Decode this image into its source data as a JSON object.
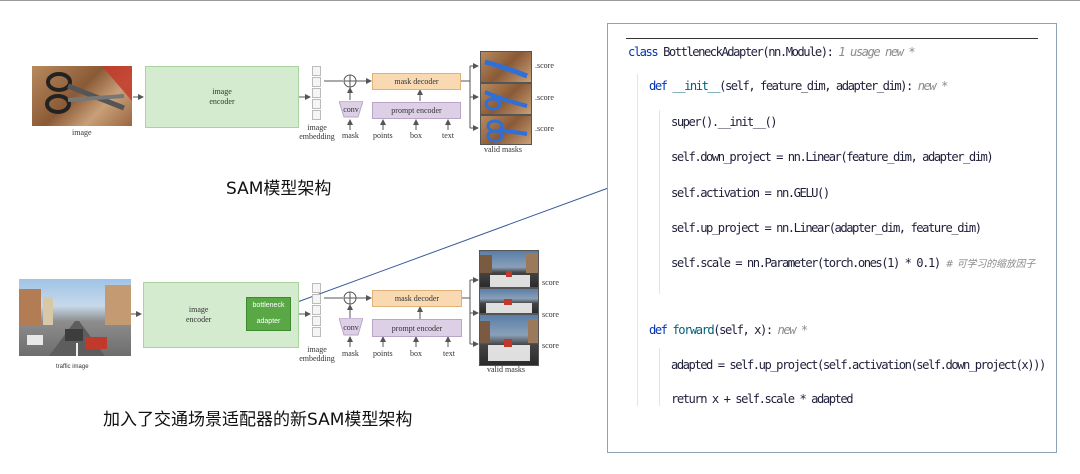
{
  "diagram1": {
    "image_label": "image",
    "encoder_label": "image\nencoder",
    "embedding_label": "image\nembedding",
    "mask_decoder": "mask decoder",
    "prompt_encoder": "prompt encoder",
    "conv": "conv",
    "inputs": [
      "mask",
      "points",
      "box",
      "text"
    ],
    "score": ".score",
    "valid_masks": "valid masks",
    "caption": "SAM模型架构"
  },
  "diagram2": {
    "image_label": "traffic image",
    "encoder_label": "image\nencoder",
    "bottleneck": "bottleneck",
    "adapter": "adapter",
    "embedding_label": "image\nembedding",
    "mask_decoder": "mask decoder",
    "prompt_encoder": "prompt encoder",
    "conv": "conv",
    "inputs": [
      "mask",
      "points",
      "box",
      "text"
    ],
    "score": "score",
    "valid_masks": "valid masks",
    "caption": "加入了交通场景适配器的新SAM模型架构"
  },
  "code": {
    "class_kw": "class",
    "class_name": "BottleneckAdapter",
    "class_base": "(nn.Module):",
    "class_hint": "1 usage  new *",
    "def_kw": "def",
    "init_name": "__init__",
    "init_params": "(self, feature_dim, adapter_dim):",
    "init_hint": "new *",
    "super_call": "super().__init__()",
    "line_down": "self.down_project = nn.Linear(feature_dim, adapter_dim)",
    "line_act": "self.activation = nn.GELU()",
    "line_up": "self.up_project = nn.Linear(adapter_dim, feature_dim)",
    "line_scale": "self.scale = nn.Parameter(torch.ones(1) * 0.1)",
    "line_scale_comment": "# 可学习的缩放因子",
    "forward_name": "forward",
    "forward_params": "(self, x):",
    "forward_hint": "new *",
    "line_adapted": "adapted = self.up_project(self.activation(self.down_project(x)))",
    "line_return": "return x + self.scale * adapted"
  }
}
